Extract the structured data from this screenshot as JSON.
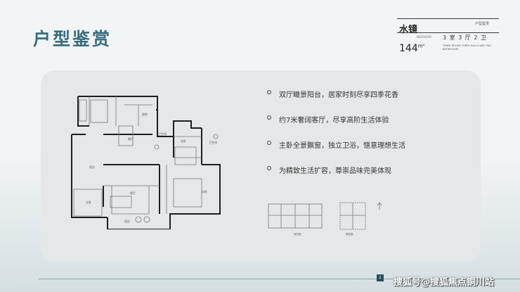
{
  "page_title": "户型鉴赏",
  "unit": {
    "name": "水镜",
    "type_label": "户型鉴赏",
    "small_tag": "BEDROOM",
    "layout": "3 室 3 厅 2 卫",
    "area_value": "144",
    "area_unit": "m²",
    "english_desc": "THREE ROOMS THREE HALLS AND TWO BATHROOMS"
  },
  "features": [
    "双厅瞰景阳台，居家时刻尽享四季花香",
    "约7米奢阔客厅，尽享高阶生活体验",
    "主卧全景飘窗，独立卫浴，惬意理想生活",
    "为精致生活扩容，尊崇品味完美体现"
  ],
  "floorplan_labels": {
    "kitchen": "厨房",
    "restaurant": "餐厅",
    "bath1": "卫生间",
    "bath2": "卫生间",
    "bedroom2": "次卧",
    "balcony1": "阳台",
    "living": "客厅",
    "master": "主卧",
    "bedroom3": "次卧",
    "balcony2": "阳台"
  },
  "mini_plan_labels": [
    "首层图",
    "楼层图"
  ],
  "page_number": "2",
  "watermark": "搜狐号@搜狐焦点铜川站"
}
